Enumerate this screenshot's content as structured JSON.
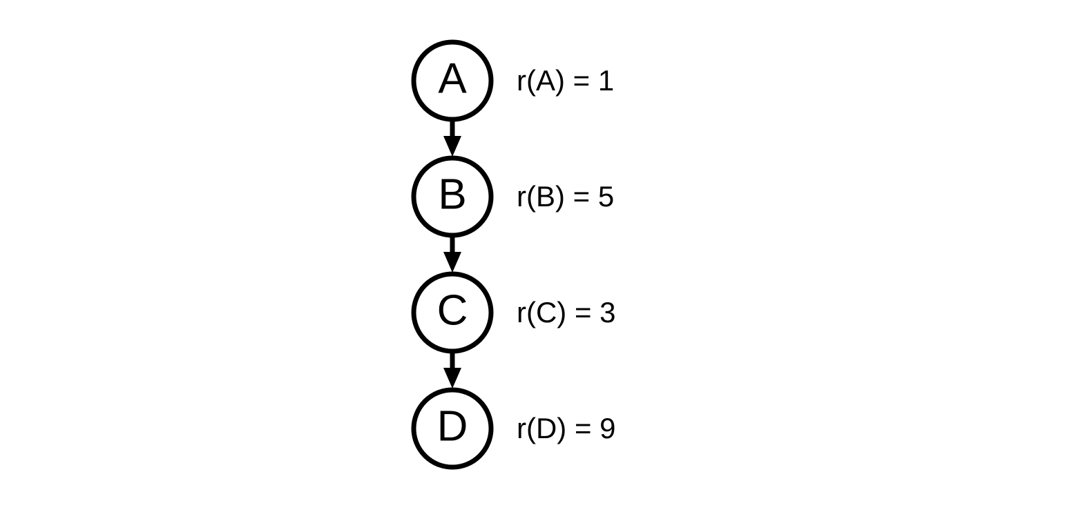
{
  "diagram": {
    "type": "directed-graph",
    "nodes": [
      {
        "id": "A",
        "label": "A",
        "annotation": "r(A) = 1",
        "rank_value": 1
      },
      {
        "id": "B",
        "label": "B",
        "annotation": "r(B) = 5",
        "rank_value": 5
      },
      {
        "id": "C",
        "label": "C",
        "annotation": "r(C) = 3",
        "rank_value": 3
      },
      {
        "id": "D",
        "label": "D",
        "annotation": "r(D) = 9",
        "rank_value": 9
      }
    ],
    "edges": [
      {
        "from": "A",
        "to": "B"
      },
      {
        "from": "B",
        "to": "C"
      },
      {
        "from": "C",
        "to": "D"
      }
    ],
    "colors": {
      "stroke": "#000000",
      "text": "#000000",
      "node_fill": "#ffffff",
      "background": "#ffffff"
    }
  }
}
